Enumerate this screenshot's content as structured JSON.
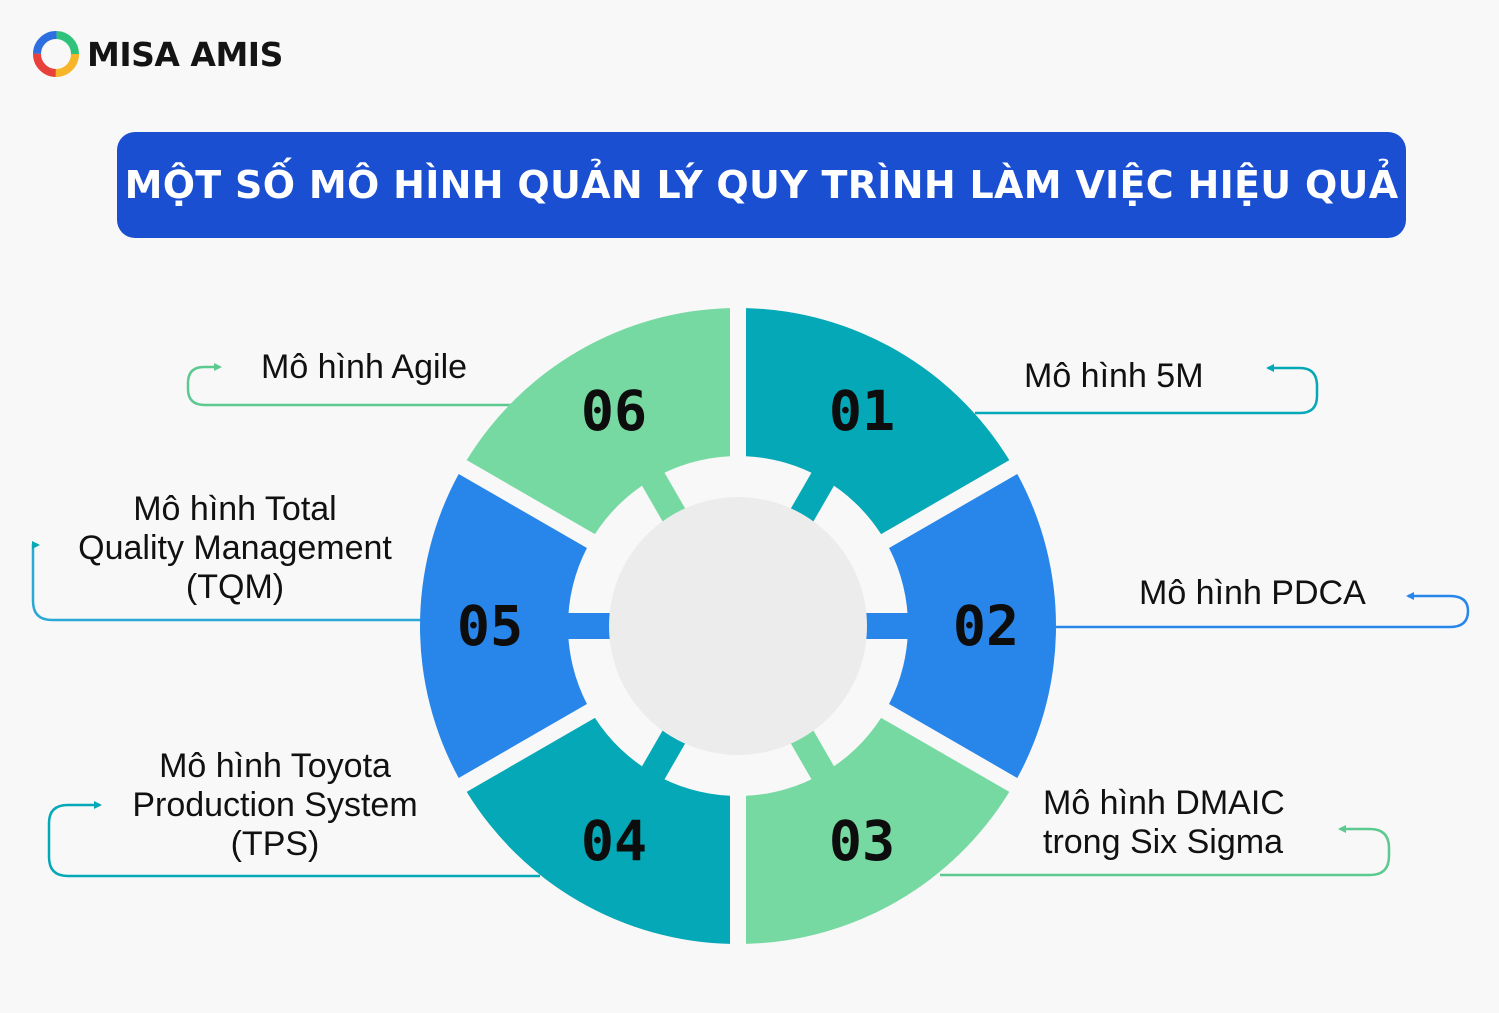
{
  "brand": {
    "name": "MISA AMIS"
  },
  "title": "MỘT SỐ MÔ HÌNH QUẢN LÝ QUY TRÌNH LÀM VIỆC HIỆU QUẢ",
  "colors": {
    "banner": "#1a4fd1",
    "teal": "#05a8b6",
    "blue": "#2886ea",
    "green": "#77d9a2",
    "hub": "#ececec"
  },
  "segments": [
    {
      "number": "01",
      "label": "Mô hình 5M",
      "color": "teal"
    },
    {
      "number": "02",
      "label": "Mô hình PDCA",
      "color": "blue"
    },
    {
      "number": "03",
      "label_lines": [
        "Mô hình DMAIC",
        "trong Six Sigma"
      ],
      "color": "green"
    },
    {
      "number": "04",
      "label_lines": [
        "Mô hình Toyota",
        "Production System",
        "(TPS)"
      ],
      "color": "teal"
    },
    {
      "number": "05",
      "label_lines": [
        "Mô hình Total",
        "Quality Management",
        "(TQM)"
      ],
      "color": "blue"
    },
    {
      "number": "06",
      "label": "Mô hình Agile",
      "color": "green"
    }
  ]
}
